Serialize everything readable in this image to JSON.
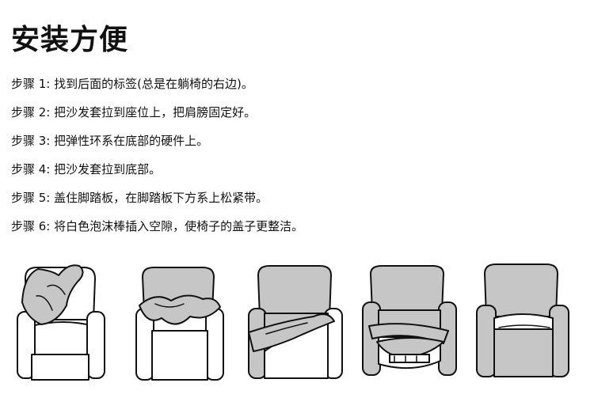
{
  "title": "安装方便",
  "steps": [
    "步骤 1: 找到后面的标签(总是在躺椅的右边)。",
    "步骤 2: 把沙发套拉到座位上，把肩膀固定好。",
    "步骤 3: 把弹性环系在底部的硬件上。",
    "步骤 4: 把沙发套拉到底部。",
    "步骤 5: 盖住脚踏板，在脚踏板下方系上松紧带。",
    "步骤 6: 将白色泡沫棒插入空隙，使椅子的盖子更整洁。"
  ],
  "colors": {
    "cover": "#c6c6c6",
    "outline": "#111111",
    "chair_white": "#ffffff"
  }
}
